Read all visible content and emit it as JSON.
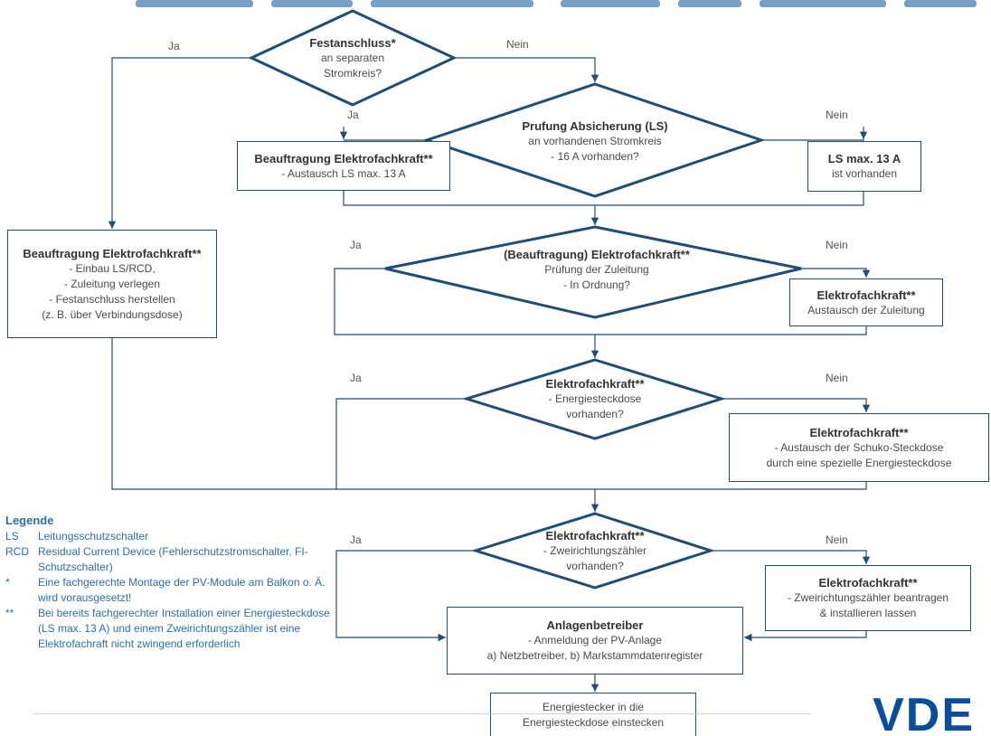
{
  "colors": {
    "line": "#1e4d78",
    "legend": "#2a6fa8",
    "logo": "#0a4d9c"
  },
  "nodes": [
    {
      "id": "festanschluss",
      "shape": "diamond",
      "bold": "Festanschluss*",
      "lines": [
        "an separaten",
        "Stromkreis?"
      ]
    },
    {
      "id": "pruefung_ls",
      "shape": "diamond",
      "bold": "Prufung Absicherung (LS)",
      "lines": [
        "an vorhandenen  Stromkreis",
        "- 16 A vorhanden?"
      ]
    },
    {
      "id": "beauftragung_ls",
      "shape": "box",
      "bold": "Beauftragung Elektrofachkraft**",
      "lines": [
        "- Austausch LS max. 13 A"
      ]
    },
    {
      "id": "ls_vorhanden",
      "shape": "box",
      "bold": "LS max. 13 A",
      "lines": [
        "ist vorhanden"
      ]
    },
    {
      "id": "beauftragung_einbau",
      "shape": "box",
      "bold": "Beauftragung Elektrofachkraft**",
      "lines": [
        "- Einbau LS/RCD,",
        "- Zuleitung verlegen",
        "- Festanschluss herstellen",
        "(z. B. über Verbindungsdose)"
      ]
    },
    {
      "id": "pruefung_zuleitung",
      "shape": "diamond",
      "bold": "(Beauftragung) Elektrofachkraft**",
      "lines": [
        "Prüfung der Zuleitung",
        "- In Ordnung?"
      ]
    },
    {
      "id": "austausch_zuleitung",
      "shape": "box",
      "bold": "Elektrofachkraft**",
      "lines": [
        "Austausch der Zuleitung"
      ]
    },
    {
      "id": "energiesteckdose_q",
      "shape": "diamond",
      "bold": "Elektrofachkraft**",
      "lines": [
        "- Energiesteckdose",
        "vorhanden?"
      ]
    },
    {
      "id": "austausch_schuko",
      "shape": "box",
      "bold": "Elektrofachkraft**",
      "lines": [
        "- Austausch der Schuko-Steckdose",
        "durch eine spezielle Energiesteckdose"
      ]
    },
    {
      "id": "zaehler_q",
      "shape": "diamond",
      "bold": "Elektrofachkraft**",
      "lines": [
        "- Zweirichtungszähler",
        "vorhanden?"
      ]
    },
    {
      "id": "zaehler_beantragen",
      "shape": "box",
      "bold": "Elektrofachkraft**",
      "lines": [
        "- Zweirichtungszähler  beantragen",
        "& installieren  lassen"
      ]
    },
    {
      "id": "anlagenbetreiber",
      "shape": "box",
      "bold": "Anlagenbetreiber",
      "lines": [
        "- Anmeldung der PV-Anlage",
        "a) Netzbetreiber,  b) Markstammdatenregister"
      ]
    },
    {
      "id": "energiestecker",
      "shape": "box",
      "bold": "",
      "lines": [
        "Energiestecker in die",
        "Energiesteckdose einstecken"
      ]
    }
  ],
  "branch_labels": {
    "festanschluss_ja": "Ja",
    "festanschluss_nein": "Nein",
    "ls_ja": "Ja",
    "ls_nein": "Nein",
    "zuleitung_ja": "Ja",
    "zuleitung_nein": "Nein",
    "steckdose_ja": "Ja",
    "steckdose_nein": "Nein",
    "zaehler_ja": "Ja",
    "zaehler_nein": "Nein"
  },
  "legend": {
    "title": "Legende",
    "entries": [
      {
        "abbr": "LS",
        "text": "Leitungsschutzschalter"
      },
      {
        "abbr": "RCD",
        "text": "Residual Current Device (Fehlerschutzstromschalter, FI-Schutzschalter)"
      },
      {
        "abbr": "*",
        "text": "Eine fachgerechte Montage der PV-Module am Balkon o. Ä. wird vorausgesetzt!"
      },
      {
        "abbr": "**",
        "text": "Bei bereits fachgerechter Installation einer Energiesteckdose (LS max. 13 A) und einem Zweirichtungszähler ist eine Elektrofachraft nicht zwingend erforderlich"
      }
    ]
  },
  "logo": {
    "text": "VDE"
  }
}
